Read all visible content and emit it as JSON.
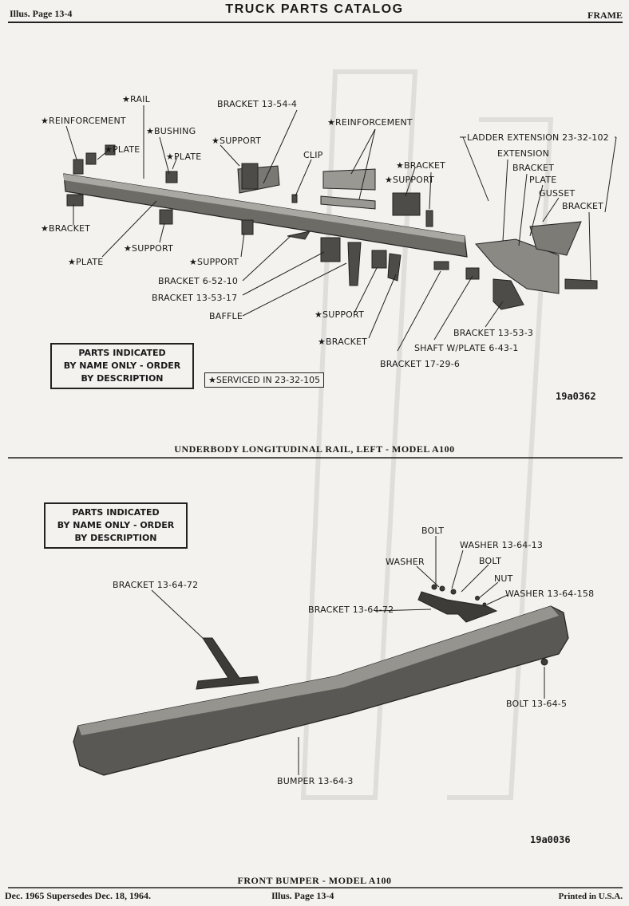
{
  "header": {
    "left": "Illus. Page 13-4",
    "title": "TRUCK PARTS CATALOG",
    "right": "FRAME"
  },
  "figure1": {
    "labels": {
      "rail": "★RAIL",
      "reinforcement_left": "★REINFORCEMENT",
      "plate_1": "★PLATE",
      "bushing": "★BUSHING",
      "plate_2": "★PLATE",
      "bracket_13_54_4": "BRACKET 13-54-4",
      "support_top": "★SUPPORT",
      "clip": "CLIP",
      "reinforcement_mid": "★REINFORCEMENT",
      "bracket_star_mid": "★BRACKET",
      "support_mid": "★SUPPORT",
      "ladder_extension": "LADDER EXTENSION 23-32-102",
      "extension": "EXTENSION",
      "bracket_right": "BRACKET",
      "plate_right": "PLATE",
      "gusset": "GUSSET",
      "bracket_far_right": "BRACKET",
      "bracket_left": "★BRACKET",
      "plate_low": "★PLATE",
      "support_low1": "★SUPPORT",
      "support_low2": "★SUPPORT",
      "bracket_6_52_10": "BRACKET 6-52-10",
      "bracket_13_53_17": "BRACKET 13-53-17",
      "baffle": "BAFFLE",
      "support_bottom": "★SUPPORT",
      "bracket_bottom": "★BRACKET",
      "bracket_13_53_3": "BRACKET 13-53-3",
      "shaft_plate": "SHAFT W/PLATE 6-43-1",
      "bracket_17_29_6": "BRACKET 17-29-6"
    },
    "note_lines": [
      "PARTS INDICATED",
      "BY NAME ONLY - ORDER",
      "BY DESCRIPTION"
    ],
    "serviced": "★SERVICED IN 23-32-105",
    "fig_number": "19a0362",
    "caption": "UNDERBODY LONGITUDINAL RAIL, LEFT - MODEL A100"
  },
  "figure2": {
    "labels": {
      "bolt_top": "BOLT",
      "washer_13_64_13": "WASHER 13-64-13",
      "washer": "WASHER",
      "bolt_2": "BOLT",
      "nut": "NUT",
      "washer_13_64_158": "WASHER 13-64-158",
      "bracket_13_64_72_left": "BRACKET 13-64-72",
      "bracket_13_64_72_mid": "BRACKET 13-64-72",
      "bolt_13_64_5": "BOLT 13-64-5",
      "bumper": "BUMPER 13-64-3"
    },
    "note_lines": [
      "PARTS INDICATED",
      "BY NAME ONLY - ORDER",
      "BY DESCRIPTION"
    ],
    "fig_number": "19a0036",
    "caption": "FRONT BUMPER - MODEL A100"
  },
  "footer": {
    "left": "Dec. 1965 Supersedes Dec. 18, 1964.",
    "center": "Illus. Page 13-4",
    "right": "Printed in U.S.A."
  }
}
